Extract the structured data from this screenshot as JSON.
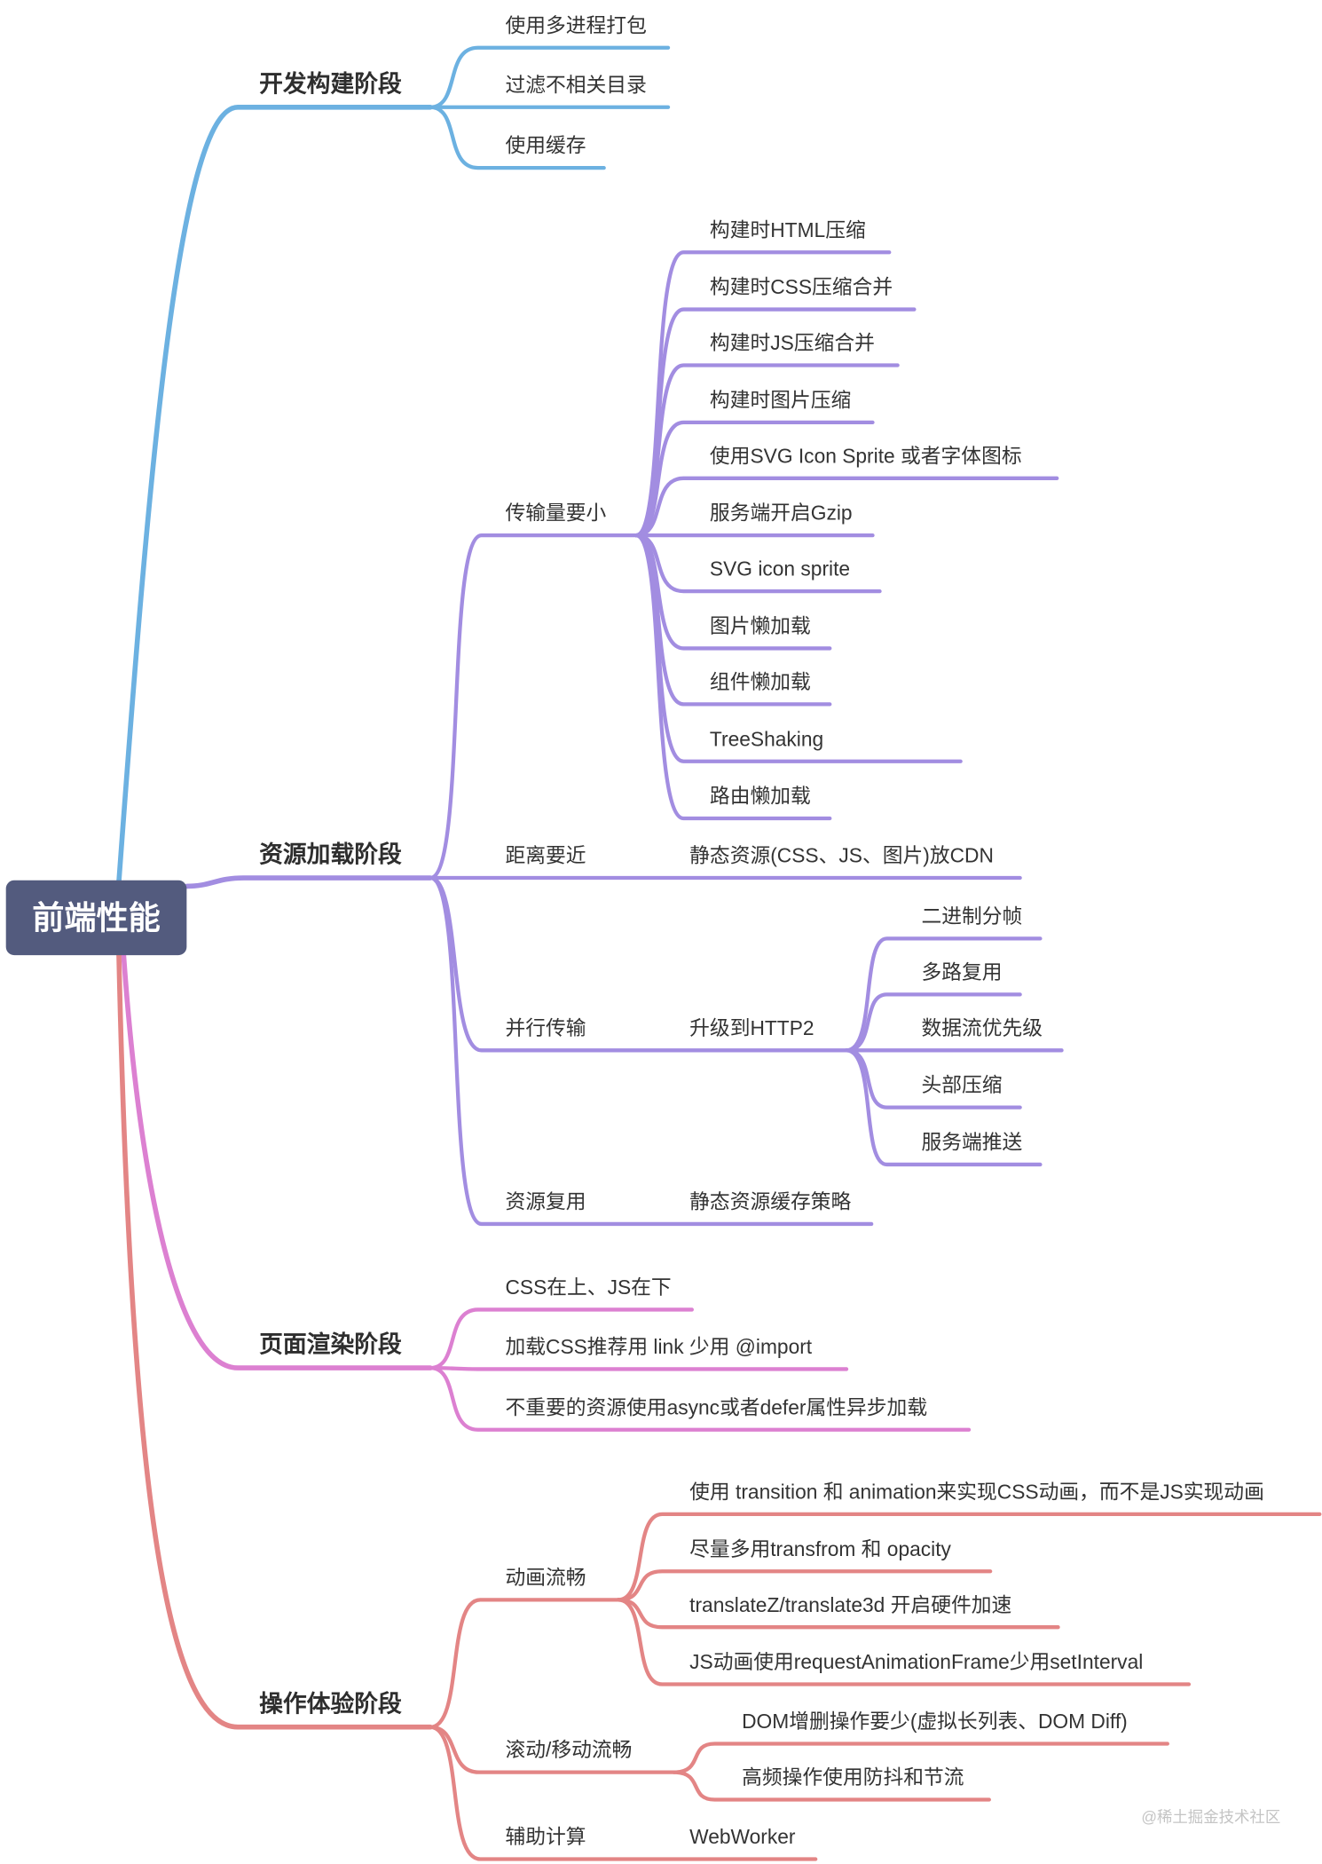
{
  "root": {
    "label": "前端性能"
  },
  "colors": {
    "root_fill": "#535b7e",
    "dev_build": "#6cb1e1",
    "resource_loading": "#a28de1",
    "page_render": "#dc80d1",
    "interaction": "#e38585"
  },
  "branches": {
    "dev_build": {
      "label": "开发构建阶段",
      "items": [
        "使用多进程打包",
        "过滤不相关目录",
        "使用缓存"
      ]
    },
    "resource_loading": {
      "label": "资源加载阶段",
      "transfer_small": {
        "label": "传输量要小",
        "items": [
          "构建时HTML压缩",
          "构建时CSS压缩合并",
          "构建时JS压缩合并",
          "构建时图片压缩",
          "使用SVG Icon Sprite 或者字体图标",
          "服务端开启Gzip",
          "SVG icon sprite",
          "图片懒加载",
          "组件懒加载",
          "TreeShaking",
          "路由懒加载"
        ]
      },
      "distance_near": {
        "label": "距离要近",
        "item": "静态资源(CSS、JS、图片)放CDN"
      },
      "parallel": {
        "label": "并行传输",
        "upgrade": {
          "label": "升级到HTTP2",
          "items": [
            "二进制分帧",
            "多路复用",
            "数据流优先级",
            "头部压缩",
            "服务端推送"
          ]
        }
      },
      "reuse": {
        "label": "资源复用",
        "item": "静态资源缓存策略"
      }
    },
    "page_render": {
      "label": "页面渲染阶段",
      "items": [
        "CSS在上、JS在下",
        "加载CSS推荐用 link 少用 @import",
        "不重要的资源使用async或者defer属性异步加载"
      ]
    },
    "interaction": {
      "label": "操作体验阶段",
      "animation": {
        "label": "动画流畅",
        "items": [
          "使用 transition 和 animation来实现CSS动画，而不是JS实现动画",
          "尽量多用transfrom 和 opacity",
          "translateZ/translate3d 开启硬件加速",
          "JS动画使用requestAnimationFrame少用setInterval"
        ]
      },
      "scroll": {
        "label": "滚动/移动流畅",
        "items": [
          "DOM增删操作要少(虚拟长列表、DOM Diff)",
          "高频操作使用防抖和节流"
        ]
      },
      "assist": {
        "label": "辅助计算",
        "item": "WebWorker"
      }
    }
  },
  "watermark": "@稀土掘金技术社区"
}
